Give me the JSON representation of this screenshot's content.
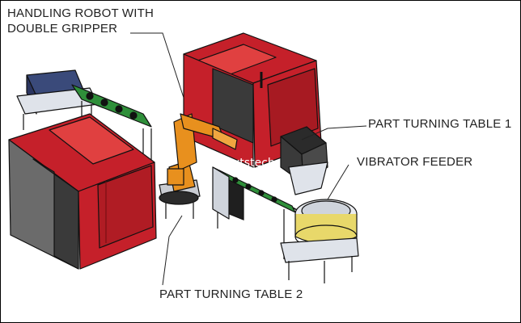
{
  "labels": {
    "handling_robot_line1": "HANDLING ROBOT WITH",
    "handling_robot_line2": "DOUBLE GRIPPER",
    "part_turning_table_1": "PART TURNING TABLE 1",
    "vibrator_feeder": "VIBRATOR FEEDER",
    "part_turning_table_2": "PART TURNING  TABLE 2"
  },
  "watermark": "xtstech",
  "colors": {
    "machine_red": "#c5202a",
    "machine_dark": "#3a3a3a",
    "conveyor_green": "#2f8f3a",
    "robot_orange": "#e8901e",
    "feeder_yellow": "#e8d86a",
    "frame_gray": "#d9dde4"
  }
}
